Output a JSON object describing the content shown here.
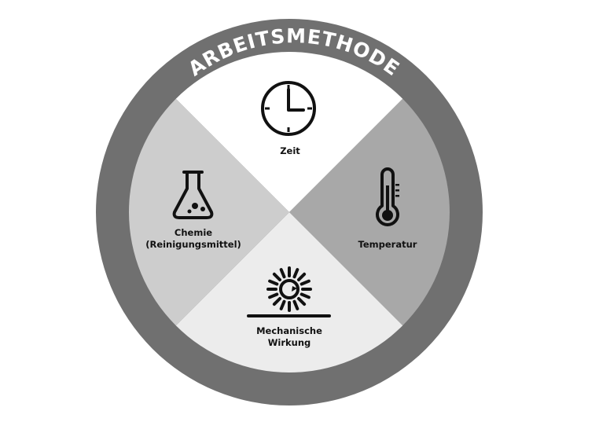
{
  "title": "ARBEITSMETHODE",
  "segments": {
    "top": {
      "label_lines": [
        "Zeit"
      ],
      "icon": "clock-icon",
      "color": "#ffffff"
    },
    "right": {
      "label_lines": [
        "Temperatur"
      ],
      "icon": "thermometer-icon",
      "color": "#a8a8a8"
    },
    "bottom": {
      "label_lines": [
        "Mechanische",
        "Wirkung"
      ],
      "icon": "mechanical-action-icon",
      "color": "#ececec"
    },
    "left": {
      "label_lines": [
        "Chemie",
        "(Reinigungsmittel)"
      ],
      "icon": "flask-icon",
      "color": "#cdcdcd"
    }
  },
  "colors": {
    "ring": "#707070",
    "icon": "#111111"
  }
}
